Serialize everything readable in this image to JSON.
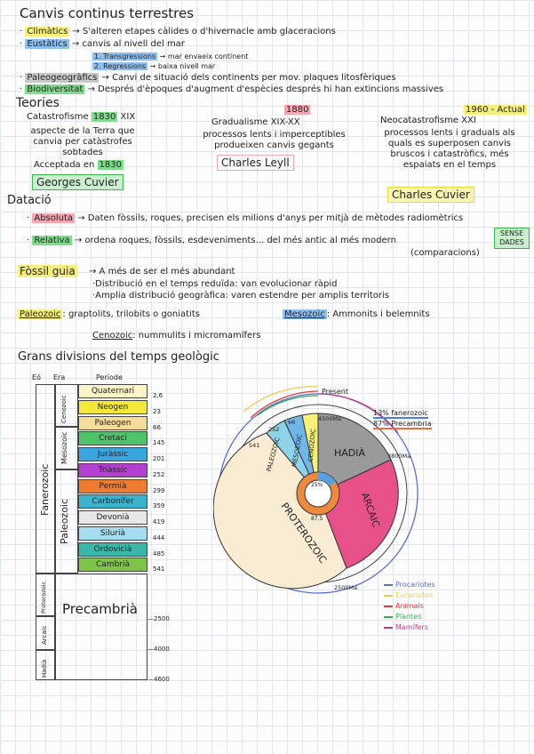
{
  "heading": "Canvis continus terrestres",
  "bullets": [
    {
      "term": "Climàtics",
      "text": "→ S'alteren etapes càlides o d'hivernacle amb glaceracions"
    },
    {
      "term": "Eustàtics",
      "text": "→ canvis al nivell del mar"
    },
    {
      "term": "1. Transgressions",
      "text": "→ mar envaeix continent"
    },
    {
      "term": "2. Regressions",
      "text": "→ baixa nivell mar"
    },
    {
      "term": "Paleogeogràfics",
      "text": "→ Canvi de situació dels continents per mov. plaques litosfèriques"
    },
    {
      "term": "Biodiversitat",
      "text": "→ Després d'èpoques d'augment d'espècies després hi han extincions massives"
    }
  ],
  "teories": {
    "title": "Teories",
    "cat": {
      "name": "Catastrofisme",
      "year": "1830",
      "century": "XIX",
      "desc": "aspecte de la Terra que canvia per catàstrofes sobtades",
      "accept": "Acceptada en",
      "accept_year": "1830",
      "author": "Georges Cuvier"
    },
    "grad": {
      "name": "Gradualisme XIX-XX",
      "year": "1880",
      "desc": "processos lents i imperceptibles produeixen canvis gegants",
      "author": "Charles Leyll"
    },
    "neo": {
      "name": "Neocatastrofisme",
      "year": "1960 - Actual",
      "century": "XXI",
      "desc": "processos lents i graduals als quals es superposen canvis bruscos i catastròfics, més espaiats en el temps",
      "author": "Charles Cuvier"
    }
  },
  "datacio": {
    "title": "Datació",
    "absoluta": {
      "term": "Absoluta",
      "text": "→ Daten fòssils, roques, precisen els milions d'anys per mitjà de mètodes radiomètrics"
    },
    "relativa": {
      "term": "Relativa",
      "text": "→ ordena roques, fòssils, esdeveniments... del més antic al més modern",
      "note": "(comparacions)",
      "tag": "SENSE DADES"
    }
  },
  "fossil": {
    "term": "Fòssil guia",
    "lines": [
      "→ A més de ser el més abundant",
      "·Distribució en el temps reduïda: van evolucionar ràpid",
      "·Amplia distribució geogràfica: varen estendre per amplis territoris"
    ],
    "paleozoic": {
      "label": "Paleozoic",
      "text": ": graptolits, trilobits o goniatits"
    },
    "mesozoic": {
      "label": "Mesozoic",
      "text": ": Ammonits i belemnits"
    },
    "cenozoic": {
      "label": "Cenozoic",
      "text": ": nummulits i micromamífers"
    }
  },
  "divisions": {
    "title": "Grans divisions del temps geològic",
    "headers": [
      "Eó",
      "Era",
      "Període"
    ],
    "periods": [
      {
        "name": "Quaternari",
        "color": "#fbf5c8",
        "age": "2,6"
      },
      {
        "name": "Neogen",
        "color": "#f4e93a",
        "age": "23"
      },
      {
        "name": "Paleogen",
        "color": "#f7dd9b",
        "age": "66"
      },
      {
        "name": "Cretaci",
        "color": "#4fc26a",
        "age": "145"
      },
      {
        "name": "Juràssic",
        "color": "#3aa6e0",
        "age": "201"
      },
      {
        "name": "Triàssic",
        "color": "#b63fd3",
        "age": "252"
      },
      {
        "name": "Permià",
        "color": "#ef7b2e",
        "age": "299"
      },
      {
        "name": "Carbonífer",
        "color": "#3bb3cf",
        "age": "359"
      },
      {
        "name": "Devonià",
        "color": "#e7e7e7",
        "age": "419"
      },
      {
        "name": "Silurià",
        "color": "#a6dcef",
        "age": "444"
      },
      {
        "name": "Ordovicià",
        "color": "#39b7a8",
        "age": "485"
      },
      {
        "name": "Cambrià",
        "color": "#7ec34a",
        "age": "541"
      }
    ],
    "eras": [
      "Cenozoic",
      "Mesozoic",
      "Paleozoic"
    ],
    "eons": [
      "Fanerozoic",
      "Proterozoic",
      "Arcaic",
      "Hadià"
    ],
    "precambria": "Precambrià",
    "pre_ages": [
      "2500",
      "4000",
      "4600"
    ]
  },
  "circle": {
    "present": "Present",
    "ma_4500": "4500Ma",
    "ma_3800": "3800Ma",
    "ma_2500": "2500Ma",
    "sectors": [
      "HADIÀ",
      "ARCAIC",
      "PROTEROZOIC",
      "PALEOZOIC",
      "MESOZOIC",
      "CENOZOIC"
    ],
    "small_nums": [
      "541",
      "252",
      "66"
    ],
    "pct_center": "25%",
    "pct_outer": "87,5",
    "legend_top": [
      {
        "text": "13% fanerozoic",
        "color": "#4a7fd6"
      },
      {
        "text": "87% Precambria",
        "color": "#ef6a3c"
      }
    ],
    "legend_bottom": [
      {
        "text": "Procariotes",
        "color": "#5a6fd6"
      },
      {
        "text": "Eucariotes",
        "color": "#e8d24a"
      },
      {
        "text": "Animals",
        "color": "#e23a3a"
      },
      {
        "text": "Plantes",
        "color": "#2fb34a"
      },
      {
        "text": "Mamífers",
        "color": "#c43a8f"
      }
    ]
  }
}
